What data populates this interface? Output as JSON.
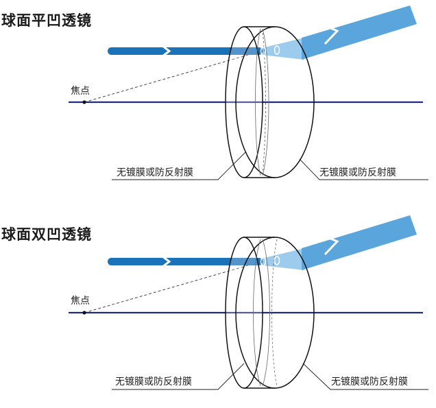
{
  "diagrams": [
    {
      "title": "球面平凹透镜",
      "focus_label": "焦点",
      "left_coating_label": "无镀膜或防反射膜",
      "right_coating_label": "无镀膜或防反射膜"
    },
    {
      "title": "球面双凹透镜",
      "focus_label": "焦点",
      "left_coating_label": "无镀膜或防反射膜",
      "right_coating_label": "无镀膜或防反射膜"
    }
  ],
  "colors": {
    "axis": "#1f2a7a",
    "beam_dark": "#1a72b8",
    "beam_light": "#5aa6dc",
    "beam_faint": "#9ccbee",
    "outline": "#111111"
  }
}
